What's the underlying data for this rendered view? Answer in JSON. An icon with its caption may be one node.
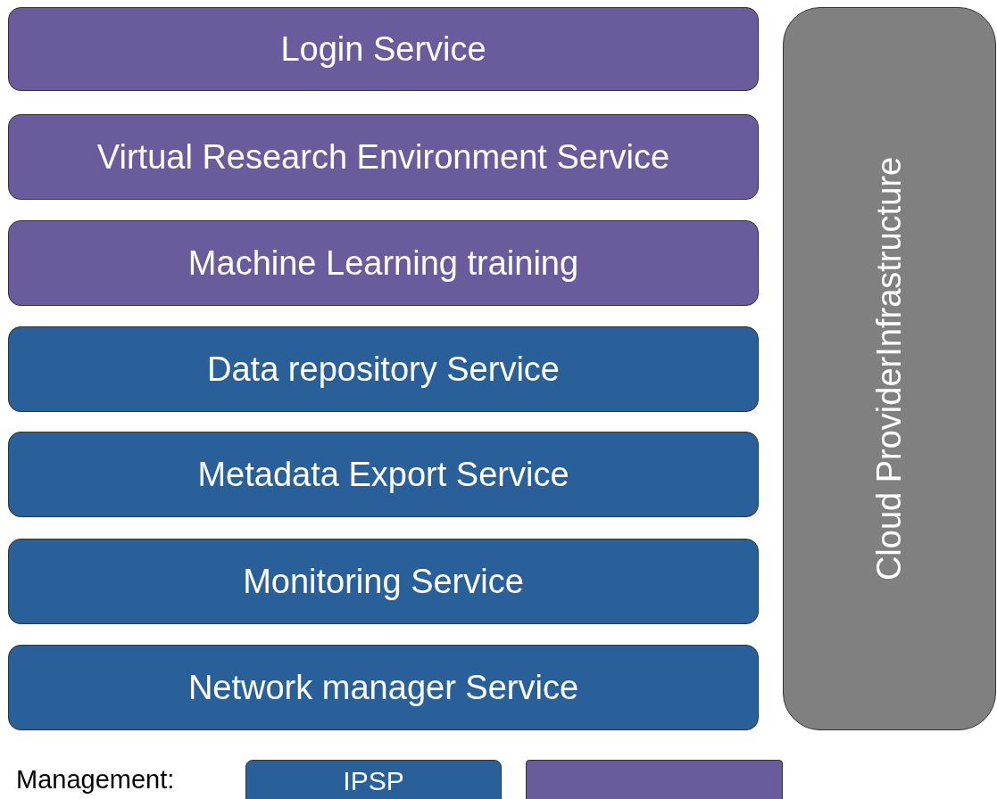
{
  "diagram": {
    "nodes": [
      {
        "text": [
          "Login Service"
        ]
      },
      {
        "text": [
          "Virtual Research Environment Service"
        ]
      },
      {
        "text": [
          "Machine Learning training"
        ]
      },
      {
        "text": [
          "Data repository Service"
        ]
      },
      {
        "text": [
          "Metadata Export Service"
        ]
      },
      {
        "text": [
          "Monitoring Service"
        ]
      },
      {
        "text": [
          "Network manager Service"
        ]
      },
      {
        "text": [
          "Cloud ProviderInfrastructure"
        ]
      },
      {
        "text": [
          "IPSP"
        ]
      },
      {
        "text": [],
        "shape": "box"
      }
    ],
    "labels": [
      "Management:"
    ]
  }
}
